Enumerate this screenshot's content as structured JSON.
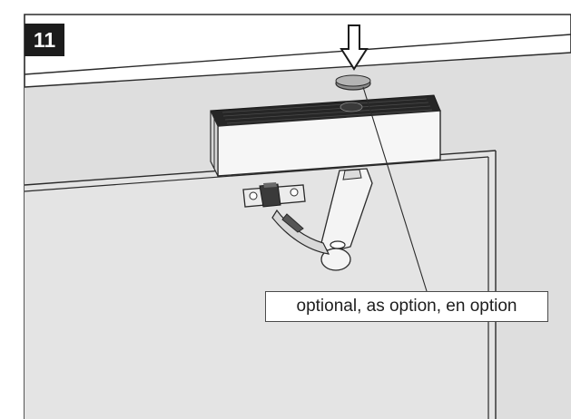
{
  "step": {
    "number": "11"
  },
  "callout": {
    "text": "optional, as option, en option"
  },
  "icons": {
    "arrow": "down-arrow-icon",
    "cap": "cover-cap",
    "closer": "door-closer-body",
    "arm": "closer-arm",
    "bracket": "mounting-bracket"
  },
  "colors": {
    "wall": "#dedede",
    "door": "#e4e4e4",
    "line": "#2a2a2a",
    "closer_top": "#262626",
    "closer_front": "#f6f6f6",
    "badge_bg": "#1c1c1c",
    "badge_text": "#ffffff"
  }
}
